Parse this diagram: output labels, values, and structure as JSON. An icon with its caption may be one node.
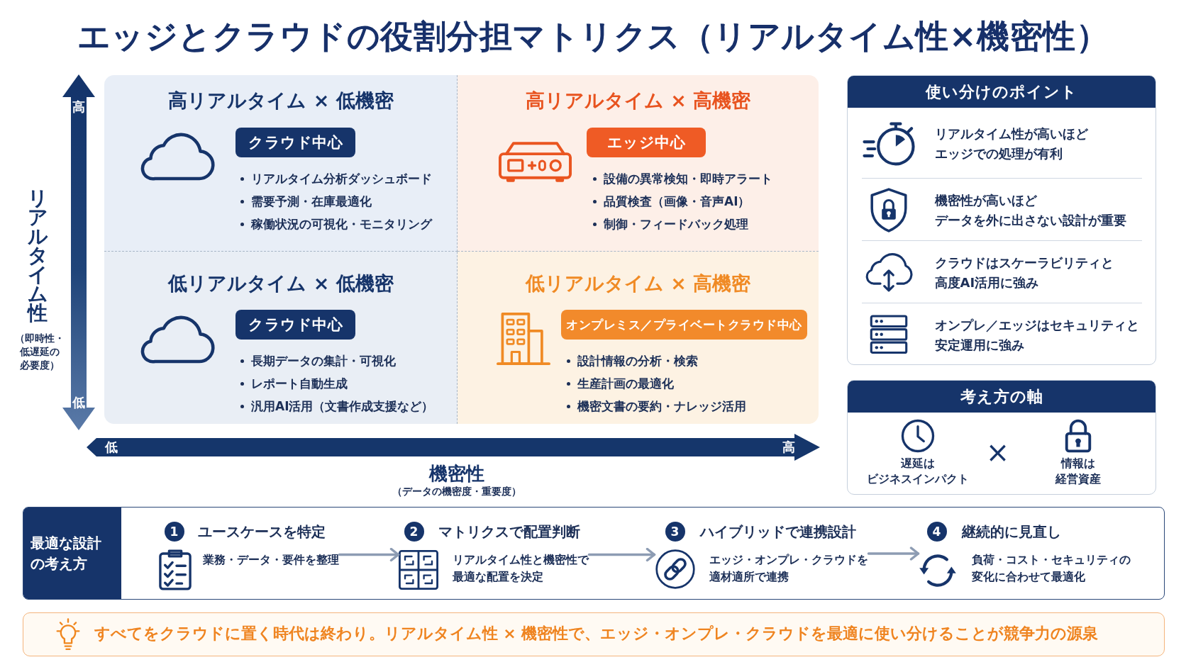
{
  "diagram": {
    "title": "エッジとクラウドの役割分担マトリクス（リアルタイム性×機密性）",
    "nodes": [
      {
        "text": [
          "高リアルタイム × 低機密",
          "リアルタイム分析ダッシュボード",
          "需要予測・在庫最適化",
          "稼働状況の可視化・モニタリング"
        ]
      },
      {
        "text": [
          "クラウド中心"
        ],
        "in": 0
      },
      {
        "text": [
          "高リアルタイム × 高機密",
          "設備の異常検知・即時アラート",
          "品質検査（画像・音声AI）",
          "制御・フィードバック処理"
        ]
      },
      {
        "text": [
          "エッジ中心"
        ],
        "in": 2
      },
      {
        "text": [
          "低リアルタイム × 低機密",
          "長期データの集計・可視化",
          "レポート自動生成",
          "汎用AI活用（文書作成支援など）"
        ]
      },
      {
        "text": [
          "クラウド中心"
        ],
        "in": 4
      },
      {
        "text": [
          "低リアルタイム × 高機密",
          "設計情報の分析・検索",
          "生産計画の最適化",
          "機密文書の要約・ナレッジ活用"
        ]
      },
      {
        "text": [
          "オンプレミス／プライベートクラウド中心"
        ],
        "in": 6
      },
      {
        "text": [
          "使い分けのポイント",
          "リアルタイム性が高いほどエッジでの処理が有利",
          "機密性が高いほどデータを外に出さない設計が重要",
          "クラウドはスケーラビリティと高度AI活用に強み",
          "オンプレ／エッジはセキュリティと安定運用に強み"
        ]
      },
      {
        "text": [
          "考え方の軸",
          "遅延はビジネスインパクト",
          "×",
          "情報は経営資産"
        ]
      },
      {
        "text": [
          "最適な設計の考え方"
        ]
      },
      {
        "text": [
          "ユースケースを特定",
          "業務・データ・要件を整理"
        ],
        "in": 10
      },
      {
        "text": [
          "1"
        ],
        "in": 10
      },
      {
        "text": [
          "マトリクスで配置判断",
          "リアルタイム性と機密性で最適な配置を決定"
        ],
        "in": 10
      },
      {
        "text": [
          "2"
        ],
        "in": 10
      },
      {
        "text": [
          "ハイブリッドで連携設計",
          "エッジ・オンプレ・クラウドを適材適所で連携"
        ],
        "in": 10
      },
      {
        "text": [
          "3"
        ],
        "in": 10
      },
      {
        "text": [
          "継続的に見直し",
          "負荷・コスト・セキュリティの変化に合わせて最適化"
        ],
        "in": 10
      },
      {
        "text": [
          "4"
        ],
        "in": 10
      },
      {
        "text": [
          "すべてをクラウドに置く時代は終わり。リアルタイム性 × 機密性で、エッジ・オンプレ・クラウドを最適に使い分けることが競争力の源泉"
        ]
      }
    ],
    "edges": [
      {
        "from": 11,
        "to": 13,
        "arrow": "to"
      },
      {
        "from": 13,
        "to": 15,
        "arrow": "to"
      },
      {
        "from": 15,
        "to": 17,
        "arrow": "to"
      }
    ],
    "labels": [
      "高",
      "リアルタイム性",
      "（即時性・低遅延の必要度）",
      "低",
      "低",
      "高",
      "機密性",
      "（データの機密度・重要度）"
    ]
  }
}
